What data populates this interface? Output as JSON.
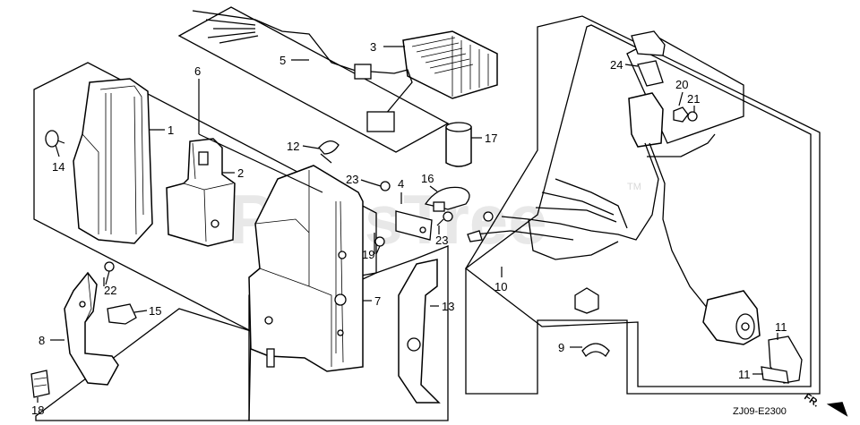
{
  "watermark": {
    "text": "PartsTree",
    "trademark": "TM"
  },
  "diagram_code": "ZJ09-E2300",
  "direction_label": "FR.",
  "callouts": [
    {
      "id": "c1",
      "text": "1"
    },
    {
      "id": "c2",
      "text": "2"
    },
    {
      "id": "c3",
      "text": "3"
    },
    {
      "id": "c4",
      "text": "4"
    },
    {
      "id": "c5",
      "text": "5"
    },
    {
      "id": "c6",
      "text": "6"
    },
    {
      "id": "c7",
      "text": "7"
    },
    {
      "id": "c8",
      "text": "8"
    },
    {
      "id": "c9",
      "text": "9"
    },
    {
      "id": "c10",
      "text": "10"
    },
    {
      "id": "c11a",
      "text": "11"
    },
    {
      "id": "c11b",
      "text": "11"
    },
    {
      "id": "c12",
      "text": "12"
    },
    {
      "id": "c13",
      "text": "13"
    },
    {
      "id": "c14",
      "text": "14"
    },
    {
      "id": "c15",
      "text": "15"
    },
    {
      "id": "c16",
      "text": "16"
    },
    {
      "id": "c17",
      "text": "17"
    },
    {
      "id": "c18",
      "text": "18"
    },
    {
      "id": "c19",
      "text": "19"
    },
    {
      "id": "c20",
      "text": "20"
    },
    {
      "id": "c21",
      "text": "21"
    },
    {
      "id": "c22",
      "text": "22"
    },
    {
      "id": "c23a",
      "text": "23"
    },
    {
      "id": "c23b",
      "text": "23"
    },
    {
      "id": "c24",
      "text": "24"
    }
  ]
}
